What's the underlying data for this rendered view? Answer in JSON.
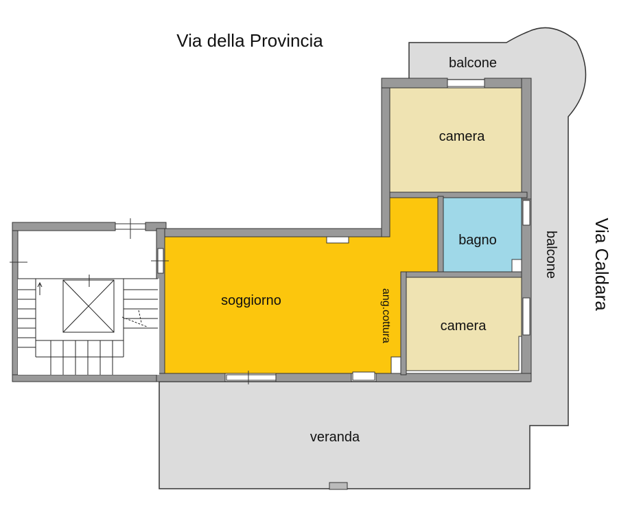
{
  "streets": {
    "north": "Via della Provincia",
    "east": "Via Caldara"
  },
  "rooms": {
    "balcone_north": "balcone",
    "camera_top": "camera",
    "bagno": "bagno",
    "balcone_east": "balcone",
    "soggiorno": "soggiorno",
    "ang_cottura": "ang.cottura",
    "camera_bottom": "camera",
    "veranda": "veranda"
  },
  "colors": {
    "soggiorno": "#fcc60d",
    "camera": "#efe3b2",
    "bagno": "#9fd8e8",
    "terrace": "#dcdcdc",
    "wall": "#999999",
    "outline": "#333333"
  }
}
